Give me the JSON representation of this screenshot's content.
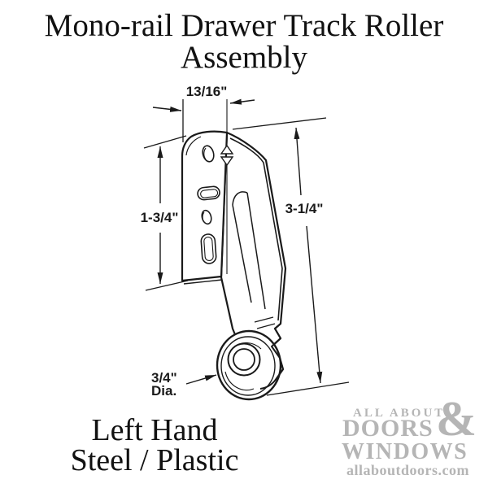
{
  "title": {
    "line1": "Mono-rail Drawer Track Roller",
    "line2": "Assembly"
  },
  "diagram": {
    "dim_top_width": "13/16\"",
    "dim_plate_height": "1-3/4\"",
    "dim_overall_height": "3-1/4\"",
    "dim_roller_dia": "3/4\"",
    "dim_roller_dia_unit": "Dia."
  },
  "footer": {
    "line1": "Left Hand",
    "line2": "Steel / Plastic"
  },
  "watermark": {
    "line1": "ALL ABOUT",
    "ampersand": "&",
    "line2": "DOORS",
    "line3": "WINDOWS",
    "line4": "allaboutdoors.com"
  },
  "colors": {
    "ink": "#1a1a1a",
    "watermark": "#b5b5b5",
    "background": "#ffffff"
  }
}
